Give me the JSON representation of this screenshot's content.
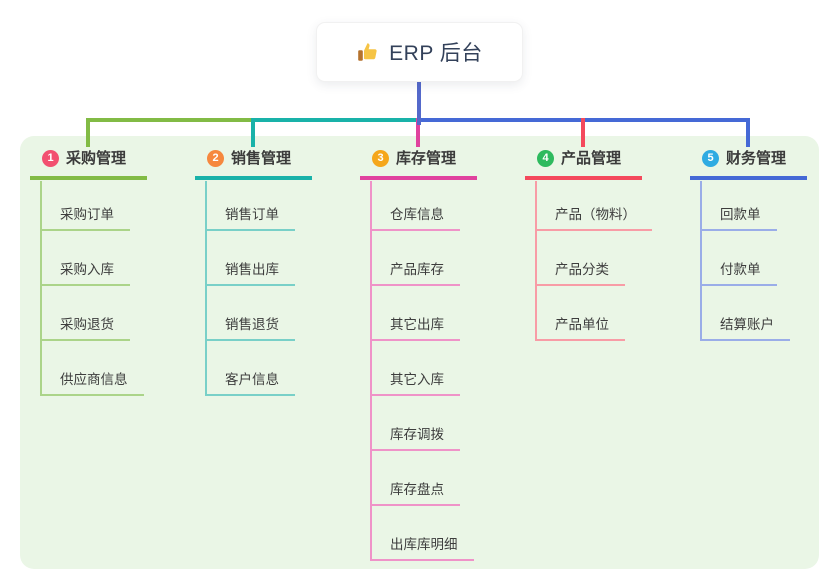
{
  "root": {
    "title": "ERP 后台",
    "icon": "thumbs-up-icon"
  },
  "canvas": {
    "background": "#ffffff",
    "panel_background": "#eaf6e6",
    "root_line_color": "#5469cb",
    "root_text_color": "#33415a",
    "node_text_color": "#3d3d3d",
    "icon_colors": {
      "hand": "#f6c445",
      "cuff": "#b5722d"
    }
  },
  "branches": [
    {
      "badge": "1",
      "badge_color": "#f25070",
      "line_color": "#82bb45",
      "child_line_color": "#abd489",
      "title": "采购管理",
      "children": [
        "采购订单",
        "采购入库",
        "采购退货",
        "供应商信息"
      ]
    },
    {
      "badge": "2",
      "badge_color": "#f6883e",
      "line_color": "#19b2a9",
      "child_line_color": "#79d0c8",
      "title": "销售管理",
      "children": [
        "销售订单",
        "销售出库",
        "销售退货",
        "客户信息"
      ]
    },
    {
      "badge": "3",
      "badge_color": "#f5a71b",
      "line_color": "#e0429e",
      "child_line_color": "#ef93c8",
      "title": "库存管理",
      "children": [
        "仓库信息",
        "产品库存",
        "其它出库",
        "其它入库",
        "库存调拨",
        "库存盘点",
        "出库库明细"
      ]
    },
    {
      "badge": "4",
      "badge_color": "#2eba5e",
      "line_color": "#f4495c",
      "child_line_color": "#f89ca6",
      "title": "产品管理",
      "children": [
        "产品（物料）",
        "产品分类",
        "产品单位"
      ]
    },
    {
      "badge": "5",
      "badge_color": "#2fabe2",
      "line_color": "#4569d6",
      "child_line_color": "#9aade8",
      "title": "财务管理",
      "children": [
        "回款单",
        "付款单",
        "结算账户"
      ]
    }
  ]
}
